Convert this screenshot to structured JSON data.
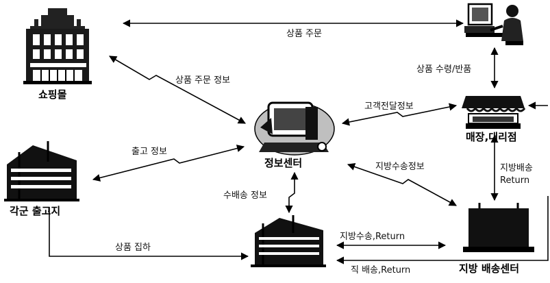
{
  "nodes": {
    "shopping_mall": "쇼핑몰",
    "info_center": "정보센터",
    "warehouses": "각군 출고지",
    "store_agency": "매장,대리점",
    "regional_center": "지방 배송센터"
  },
  "edges": {
    "product_order": "상품 주문",
    "product_order_info": "상품 주문 정보",
    "product_receipt_return": "상품 수령/반품",
    "customer_delivery_info": "고객전달정보",
    "shipping_info": "출고 정보",
    "regional_transport_info": "지방수송정보",
    "regional_delivery": "지방배송",
    "return_label": "Return",
    "transport_info": "수배송 정보",
    "product_collection": "상품 집하",
    "regional_transport_return": "지방수송,Return",
    "direct_delivery_return": "직 배송,Return"
  }
}
